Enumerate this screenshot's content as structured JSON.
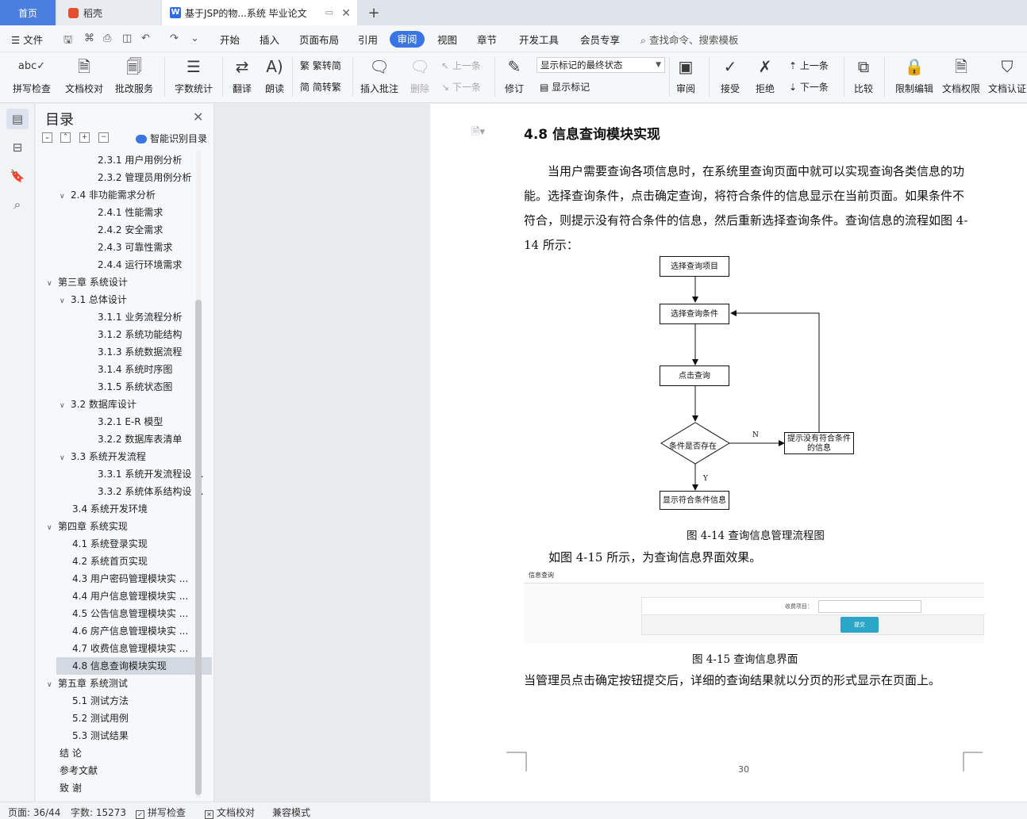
{
  "tabs": {
    "home": "首页",
    "daoke": "稻壳",
    "document": "基于JSP的物...系统 毕业论文",
    "add": "+"
  },
  "menu": {
    "file": "文件",
    "items": [
      "开始",
      "插入",
      "页面布局",
      "引用",
      "审阅",
      "视图",
      "章节",
      "开发工具",
      "会员专享"
    ],
    "active": "审阅",
    "search": "查找命令、搜索模板"
  },
  "ribbon": {
    "spell_check": "拼写检查",
    "doc_proof": "文档校对",
    "batch_service": "批改服务",
    "word_count": "字数统计",
    "translate": "翻译",
    "read_aloud": "朗读",
    "trad_to_simp": "繁转简",
    "simp_to_trad": "简转繁",
    "insert_comment": "插入批注",
    "delete": "删除",
    "prev_comment": "上一条",
    "next_comment": "下一条",
    "revise": "修订",
    "markup_state": "显示标记的最终状态",
    "show_markup": "显示标记",
    "review": "审阅",
    "accept": "接受",
    "reject": "拒绝",
    "prev_change": "上一条",
    "next_change": "下一条",
    "compare": "比较",
    "restrict_edit": "限制编辑",
    "doc_permission": "文档权限",
    "doc_cert": "文档认证"
  },
  "toc": {
    "title": "目录",
    "smart": "智能识别目录",
    "items": [
      {
        "text": "2.3.1  用户用例分析",
        "level": 3,
        "arrow": ""
      },
      {
        "text": "2.3.2  管理员用例分析",
        "level": 3,
        "arrow": ""
      },
      {
        "text": "2.4  非功能需求分析",
        "level": 2,
        "arrow": "v"
      },
      {
        "text": "2.4.1  性能需求",
        "level": 3,
        "arrow": ""
      },
      {
        "text": "2.4.2  安全需求",
        "level": 3,
        "arrow": ""
      },
      {
        "text": "2.4.3  可靠性需求",
        "level": 3,
        "arrow": ""
      },
      {
        "text": "2.4.4  运行环境需求",
        "level": 3,
        "arrow": ""
      },
      {
        "text": "第三章  系统设计",
        "level": 1,
        "arrow": "v"
      },
      {
        "text": "3.1  总体设计",
        "level": 2,
        "arrow": "v"
      },
      {
        "text": "3.1.1  业务流程分析",
        "level": 3,
        "arrow": ""
      },
      {
        "text": "3.1.2  系统功能结构",
        "level": 3,
        "arrow": ""
      },
      {
        "text": "3.1.3  系统数据流程",
        "level": 3,
        "arrow": ""
      },
      {
        "text": "3.1.4  系统时序图",
        "level": 3,
        "arrow": ""
      },
      {
        "text": "3.1.5  系统状态图",
        "level": 3,
        "arrow": ""
      },
      {
        "text": "3.2  数据库设计",
        "level": 2,
        "arrow": "v"
      },
      {
        "text": "3.2.1 E-R 模型",
        "level": 3,
        "arrow": ""
      },
      {
        "text": "3.2.2  数据库表清单",
        "level": 3,
        "arrow": ""
      },
      {
        "text": "3.3  系统开发流程",
        "level": 2,
        "arrow": "v"
      },
      {
        "text": "3.3.1  系统开发流程设 ...",
        "level": 3,
        "arrow": ""
      },
      {
        "text": "3.3.2  系统体系结构设 ...",
        "level": 3,
        "arrow": ""
      },
      {
        "text": "3.4  系统开发环境",
        "level": 2,
        "arrow": ""
      },
      {
        "text": "第四章  系统实现",
        "level": 1,
        "arrow": "v"
      },
      {
        "text": "4.1  系统登录实现",
        "level": 2,
        "arrow": ""
      },
      {
        "text": "4.2  系统首页实现",
        "level": 2,
        "arrow": ""
      },
      {
        "text": "4.3  用户密码管理模块实 ...",
        "level": 2,
        "arrow": ""
      },
      {
        "text": "4.4  用户信息管理模块实 ...",
        "level": 2,
        "arrow": ""
      },
      {
        "text": "4.5  公告信息管理模块实 ...",
        "level": 2,
        "arrow": ""
      },
      {
        "text": "4.6  房产信息管理模块实 ...",
        "level": 2,
        "arrow": ""
      },
      {
        "text": "4.7  收费信息管理模块实 ...",
        "level": 2,
        "arrow": ""
      },
      {
        "text": "4.8  信息查询模块实现",
        "level": 2,
        "arrow": "",
        "active": true
      },
      {
        "text": "第五章  系统测试",
        "level": 1,
        "arrow": "v"
      },
      {
        "text": "5.1  测试方法",
        "level": 2,
        "arrow": ""
      },
      {
        "text": "5.2  测试用例",
        "level": 2,
        "arrow": ""
      },
      {
        "text": "5.3  测试结果",
        "level": 2,
        "arrow": ""
      },
      {
        "text": "结      论",
        "level": 1,
        "arrow": ""
      },
      {
        "text": "参考文献",
        "level": 1,
        "arrow": ""
      },
      {
        "text": "致      谢",
        "level": 1,
        "arrow": ""
      }
    ]
  },
  "document": {
    "heading": "4.8  信息查询模块实现",
    "para1": "当用户需要查询各项信息时，在系统里查询页面中就可以实现查询各类信息的功能。选择查询条件，点击确定查询，将符合条件的信息显示在当前页面。如果条件不符合，则提示没有符合条件的信息，然后重新选择查询条件。查询信息的流程如图 4-14 所示：",
    "flow": {
      "n1": "选择查询项目",
      "n2": "选择查询条件",
      "n3": "点击查询",
      "n4": "条件是否存在",
      "n5": "提示没有符合条件的信息",
      "n6": "显示符合条件信息",
      "no": "N",
      "yes": "Y"
    },
    "caption1": "图 4-14 查询信息管理流程图",
    "para2": "如图 4-15 所示，为查询信息界面效果。",
    "shot": {
      "header": "信息查询",
      "label": "收费项目：",
      "button": "提交"
    },
    "caption2": "图 4-15 查询信息界面",
    "para3": "当管理员点击确定按钮提交后，详细的查询结果就以分页的形式显示在页面上。",
    "page_number": "30"
  },
  "status": {
    "page": "页面: 36/44",
    "words": "字数: 15273",
    "spell": "拼写检查",
    "proof": "文档校对",
    "compat": "兼容模式"
  }
}
